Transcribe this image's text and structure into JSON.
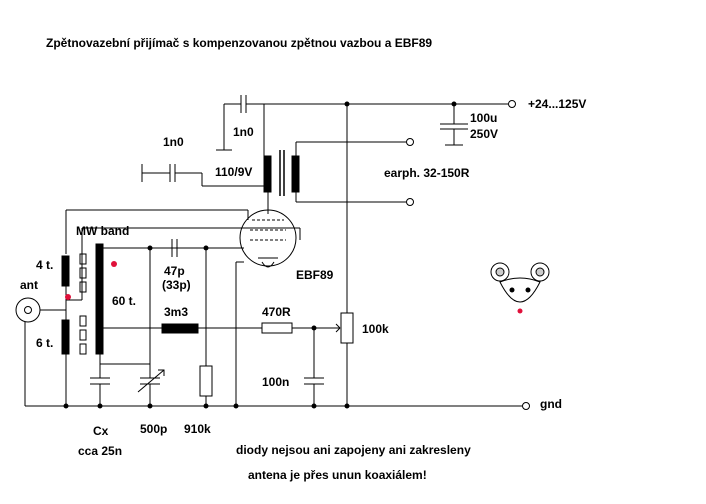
{
  "title": "Zpětnovazební přijímač s kompenzovanou zpětnou vazbou  a EBF89",
  "labels": {
    "supply": "+24...125V",
    "cap_100u": "100u",
    "cap_100u_voltage": "250V",
    "c_1n0_top": "1n0",
    "c_1n0_left": "1n0",
    "transformer": "110/9V",
    "earphones": "earph. 32-150R",
    "mw_band": "MW band",
    "coil_4t": "4 t.",
    "coil_6t": "6 t.",
    "coil_60t": "60 t.",
    "antenna": "ant",
    "c_47p": "47p",
    "c_47p_alt": "(33p)",
    "tube": "EBF89",
    "r_3m3": "3m3",
    "r_470": "470R",
    "pot_100k": "100k",
    "c_100n": "100n",
    "ground": "gnd",
    "cx": "Cx",
    "cx_value": "cca  25n",
    "c_500p": "500p",
    "r_910k": "910k",
    "note1": "diody nejsou ani zapojeny ani zakresleny",
    "note2": "antena je přes unun koaxiálem!"
  },
  "colors": {
    "wire": "#000000",
    "dot_red": "#e0103a",
    "background": "#ffffff"
  },
  "icons": {
    "mascot": "mouse-face-icon"
  }
}
